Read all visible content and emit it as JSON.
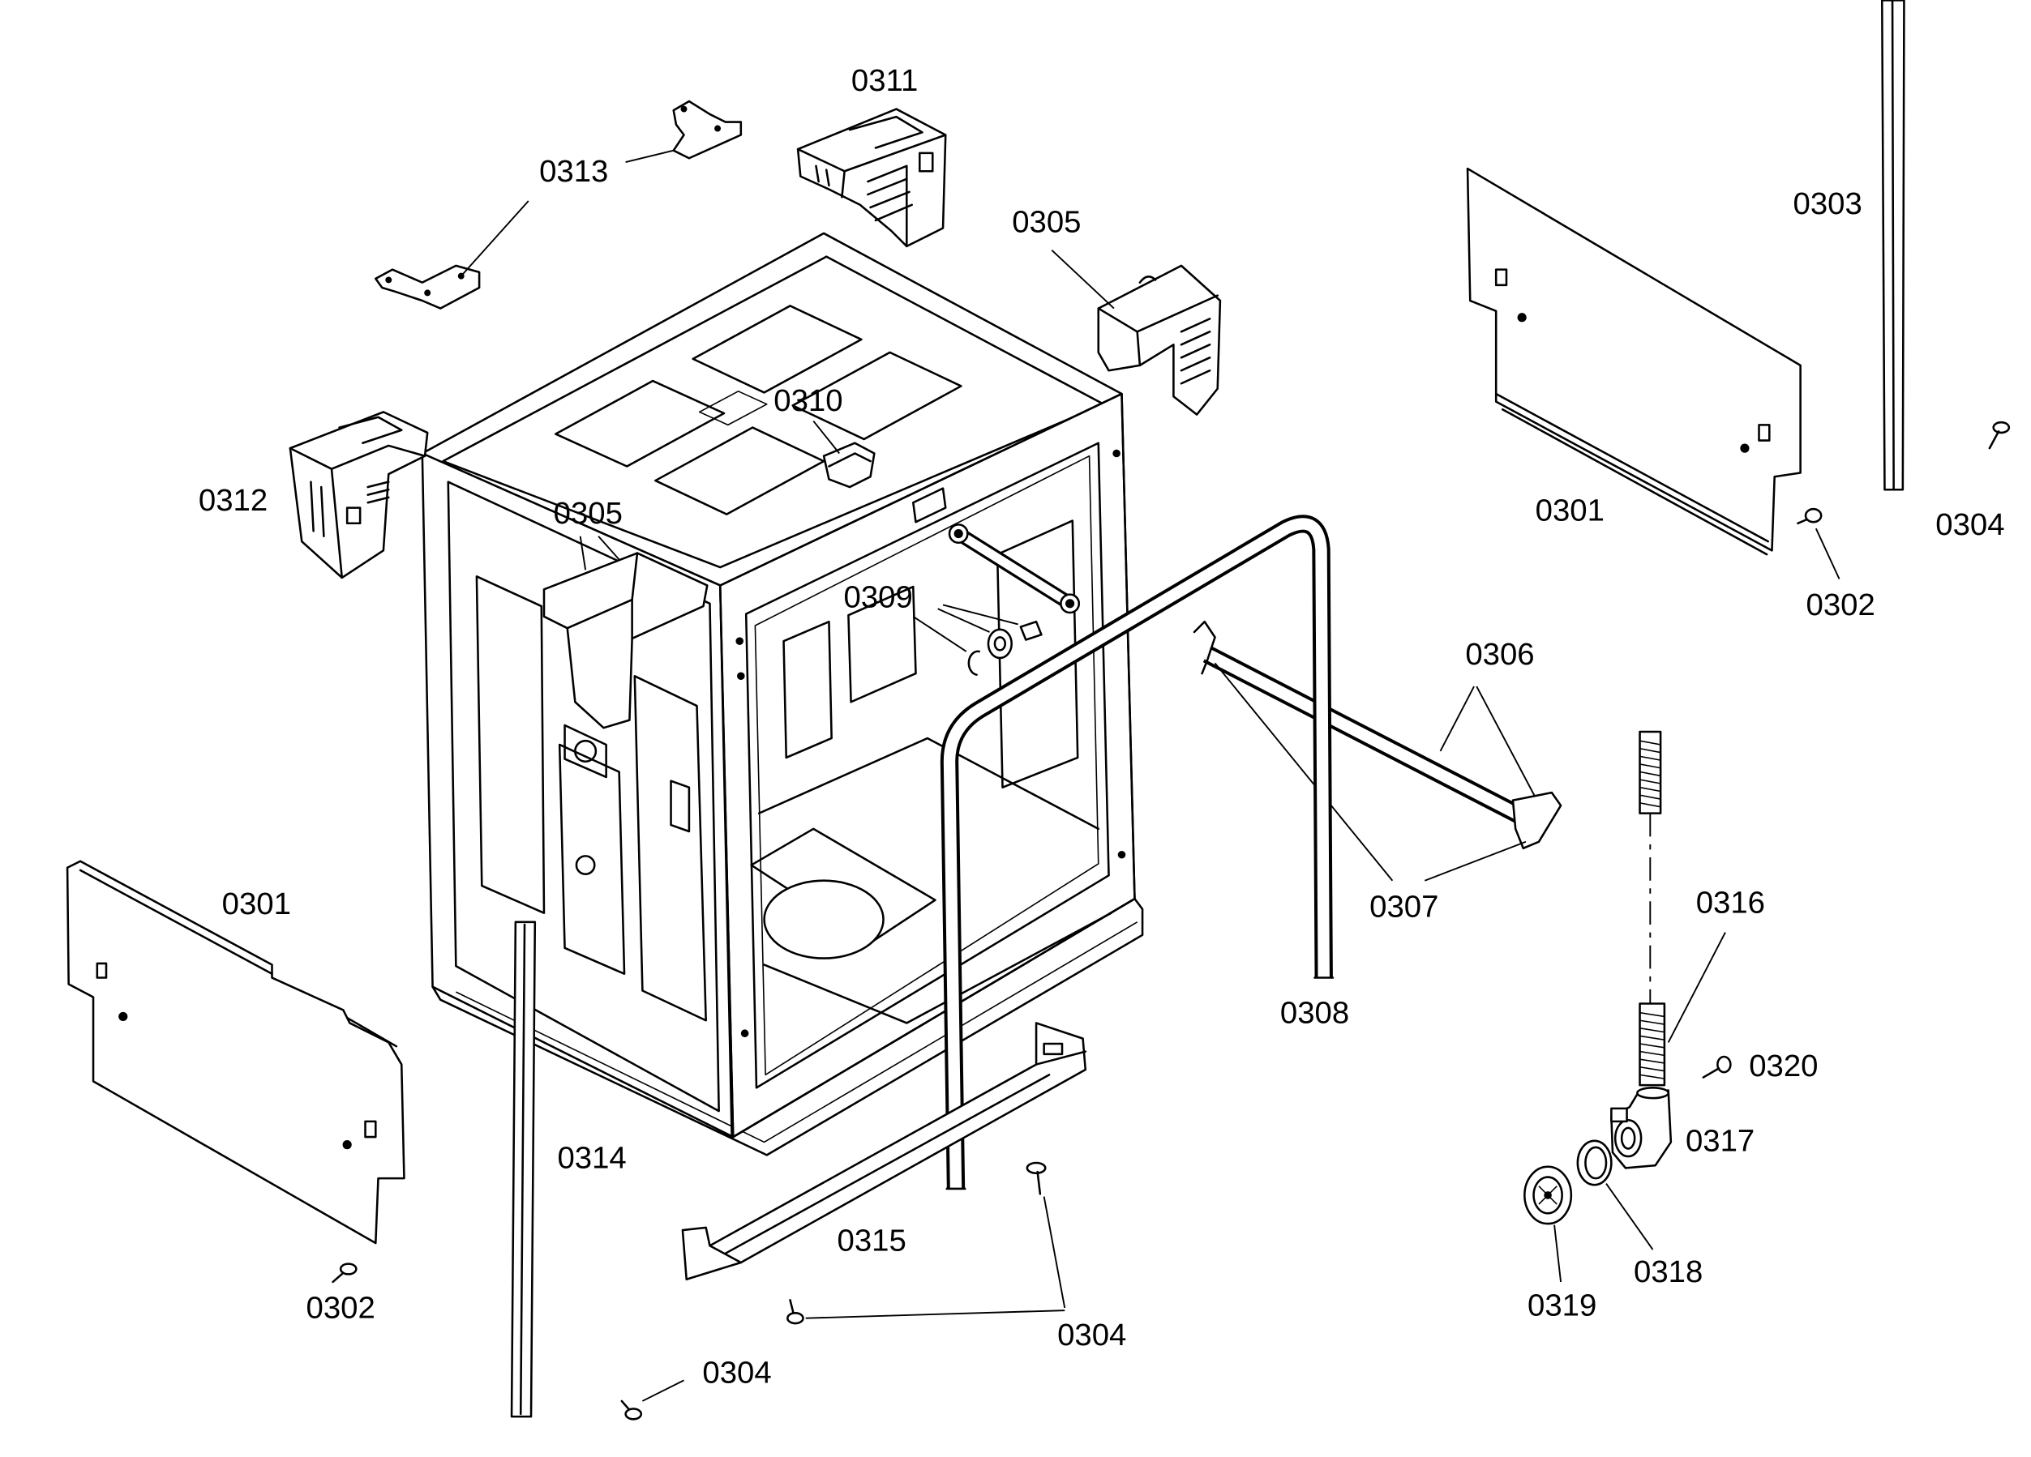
{
  "diagram": {
    "callouts": [
      "0311",
      "0313",
      "0305",
      "0303",
      "0310",
      "0312",
      "0305",
      "0301",
      "0304",
      "0302",
      "0309",
      "0306",
      "0307",
      "0316",
      "0301",
      "0308",
      "0320",
      "0317",
      "0314",
      "0315",
      "0318",
      "0319",
      "0302",
      "0304",
      "0304"
    ]
  }
}
